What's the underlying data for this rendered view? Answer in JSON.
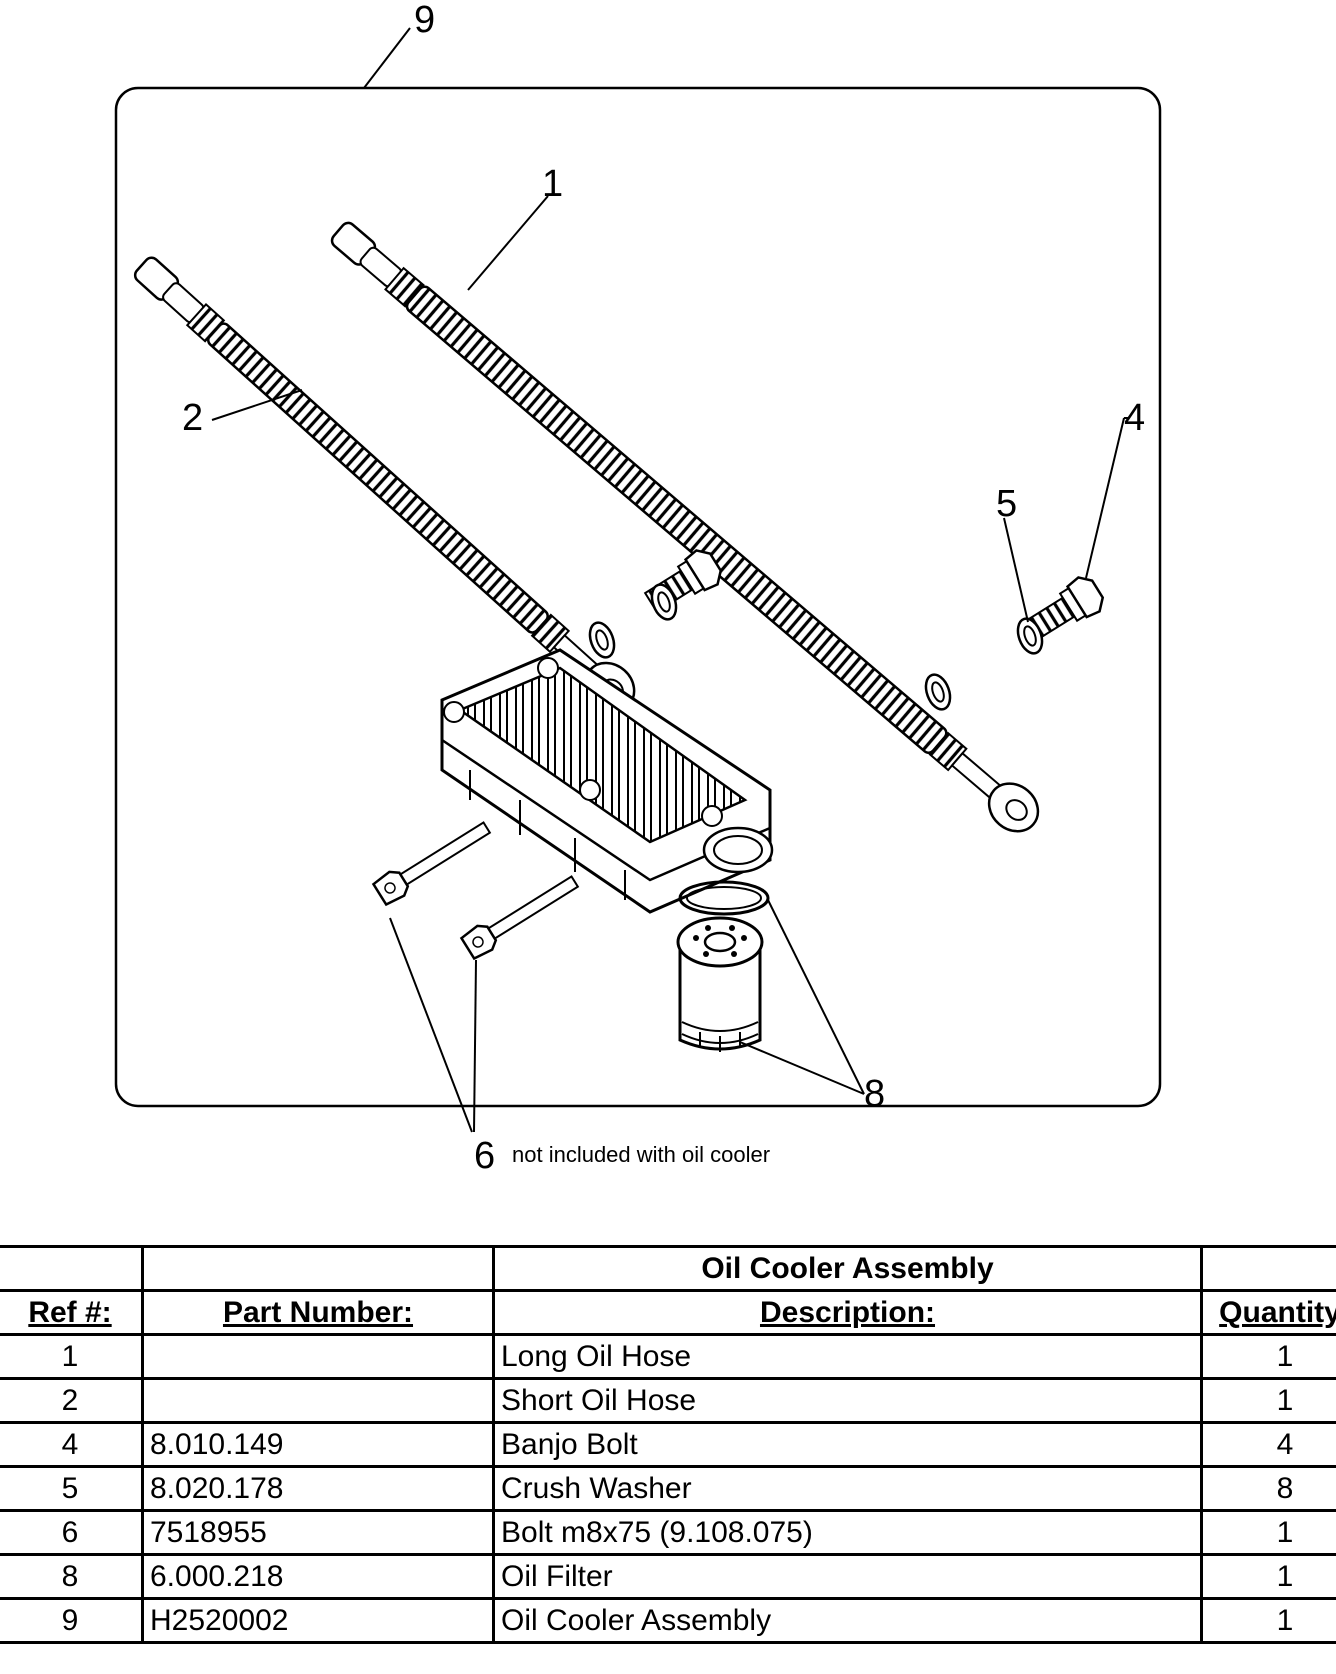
{
  "diagram": {
    "callouts": [
      "9",
      "1",
      "2",
      "4",
      "5",
      "6",
      "8"
    ],
    "note": "not included with oil cooler"
  },
  "table": {
    "title": "Oil Cooler Assembly",
    "headers": {
      "ref": "Ref #:",
      "part_number": "Part Number:",
      "description": "Description:",
      "quantity": "Quantity:"
    },
    "rows": [
      {
        "ref": "1",
        "part_number": "",
        "description": "Long Oil Hose",
        "quantity": "1"
      },
      {
        "ref": "2",
        "part_number": "",
        "description": "Short Oil Hose",
        "quantity": "1"
      },
      {
        "ref": "4",
        "part_number": "8.010.149",
        "description": "Banjo Bolt",
        "quantity": "4"
      },
      {
        "ref": "5",
        "part_number": "8.020.178",
        "description": "Crush Washer",
        "quantity": "8"
      },
      {
        "ref": "6",
        "part_number": "7518955",
        "description": "Bolt m8x75 (9.108.075)",
        "quantity": "1"
      },
      {
        "ref": "8",
        "part_number": "6.000.218",
        "description": "Oil Filter",
        "quantity": "1"
      },
      {
        "ref": "9",
        "part_number": "H2520002",
        "description": "Oil Cooler Assembly",
        "quantity": "1"
      }
    ]
  }
}
